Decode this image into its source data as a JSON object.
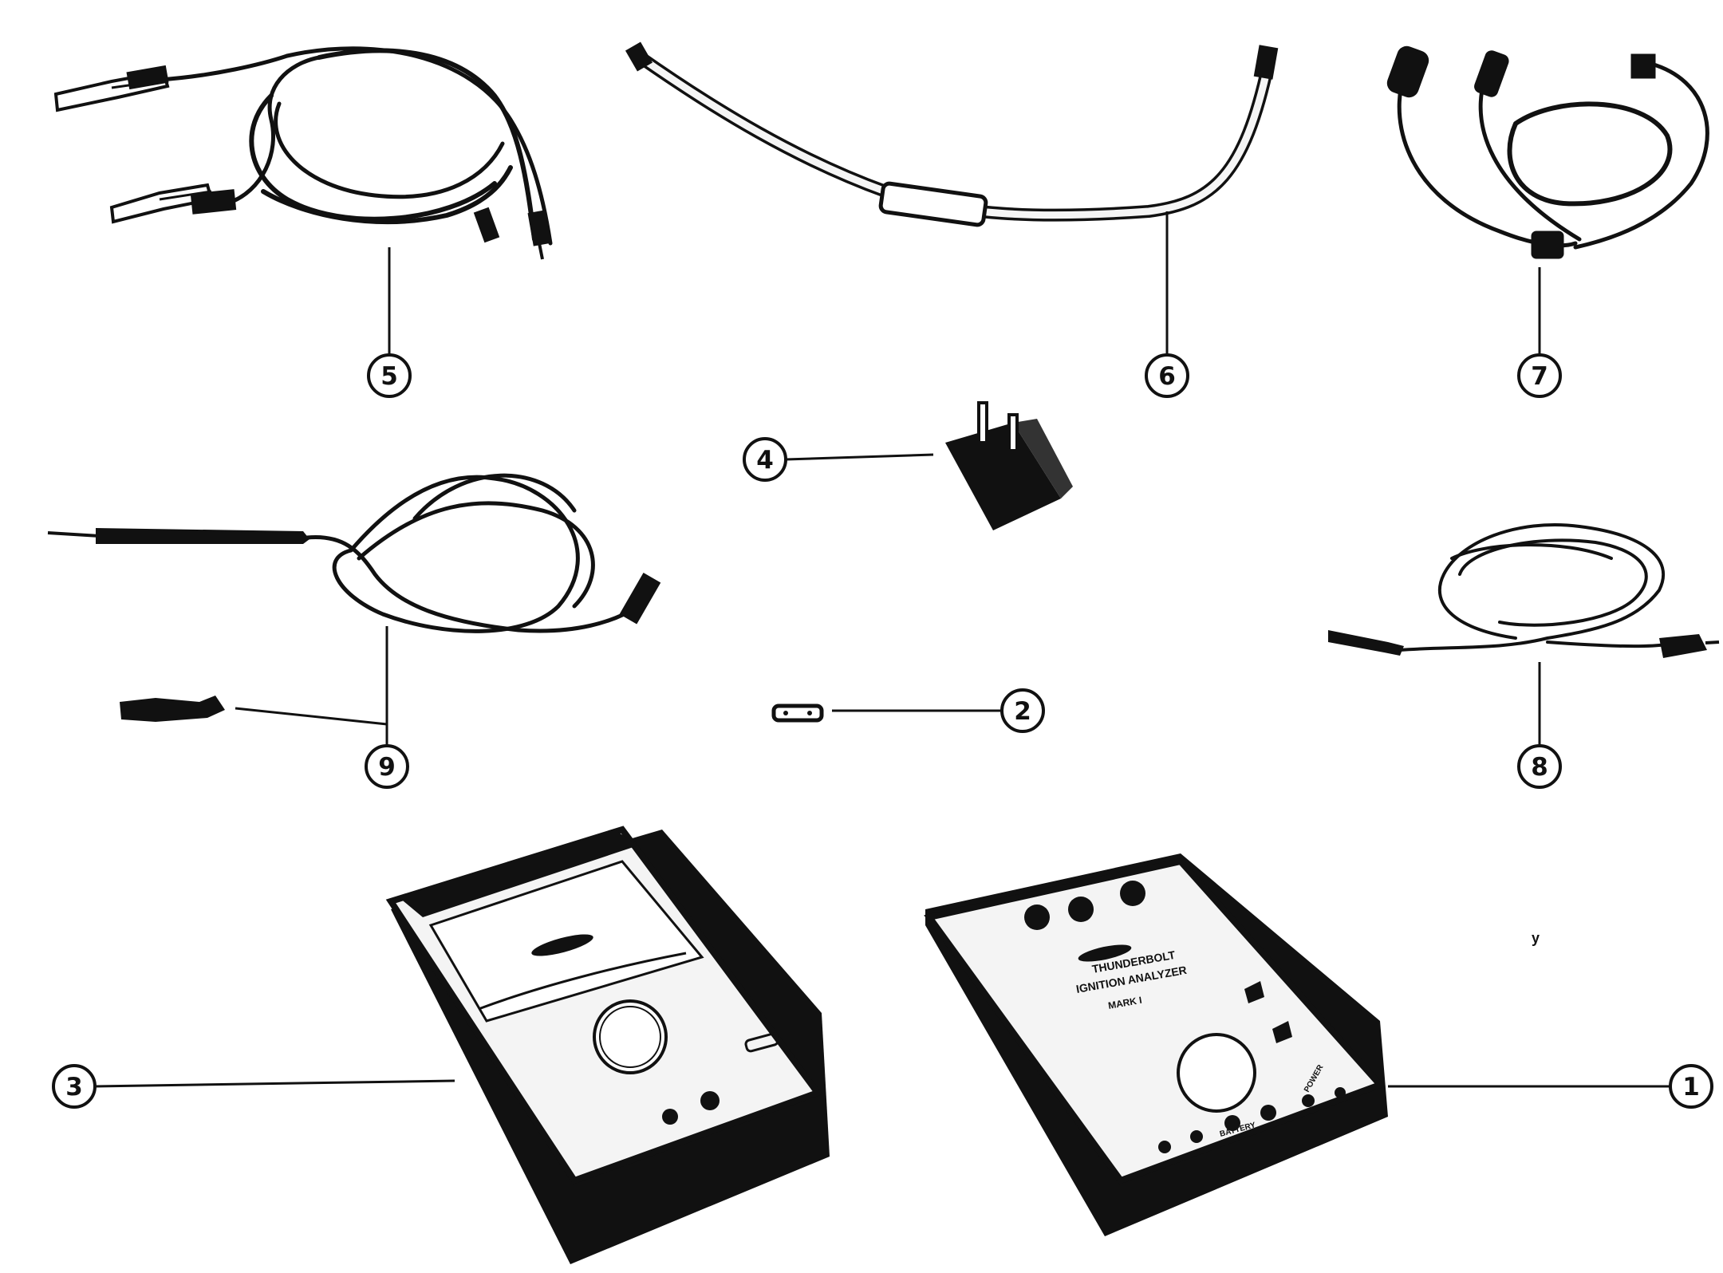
{
  "figure": {
    "callouts": [
      {
        "number": "1",
        "item": "ignition-analyzer"
      },
      {
        "number": "2",
        "item": "connector-pin"
      },
      {
        "number": "3",
        "item": "multimeter"
      },
      {
        "number": "4",
        "item": "ac-adapter"
      },
      {
        "number": "5",
        "item": "clip-lead-set"
      },
      {
        "number": "6",
        "item": "inductive-pickup-lead"
      },
      {
        "number": "7",
        "item": "y-adapter-cable"
      },
      {
        "number": "8",
        "item": "extension-lead"
      },
      {
        "number": "9",
        "item": "test-probe-and-clip"
      }
    ],
    "analyzer_panel": {
      "line1": "THUNDERBOLT",
      "line2": "IGNITION ANALYZER",
      "line3": "MARK I",
      "label_battery": "BATTERY",
      "label_power": "POWER"
    },
    "stray_mark": "y",
    "colors": {
      "ink": "#111111",
      "paper": "#ffffff",
      "face": "#f4f4f4"
    }
  }
}
